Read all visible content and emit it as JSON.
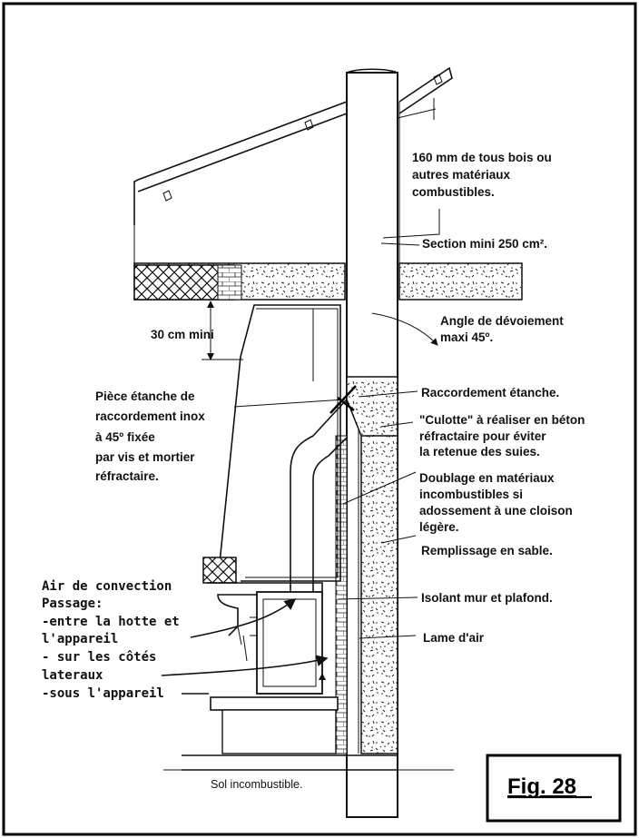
{
  "labels": {
    "clearance_wood": [
      "160 mm de tous bois ou",
      "autres matériaux",
      "combustibles."
    ],
    "section_min": "Section mini 250 cm².",
    "angle": [
      "Angle de dévoiement",
      "maxi 45º."
    ],
    "dim_30cm": "30 cm mini",
    "raccordement": "Raccordement étanche.",
    "piece_etanche": [
      "Pièce étanche de",
      "raccordement inox",
      "à 45º fixée",
      "par vis et mortier",
      "réfractaire."
    ],
    "culotte": [
      "\"Culotte\" à réaliser en béton",
      "réfractaire pour éviter",
      "la retenue des suies."
    ],
    "doublage": [
      "Doublage en matériaux",
      "incombustibles si",
      "adossement à une cloison",
      "légère."
    ],
    "remplissage": "Remplissage en sable.",
    "isolant": "Isolant mur et plafond.",
    "lame_air": "Lame  d'air",
    "air_convection": [
      "Air de convection",
      "Passage:",
      "-entre la hotte et",
      " l'appareil",
      "- sur les côtés",
      "  lateraux",
      "-sous l'appareil"
    ],
    "sol": "Sol incombustible.",
    "figure": "Fig. 28"
  }
}
